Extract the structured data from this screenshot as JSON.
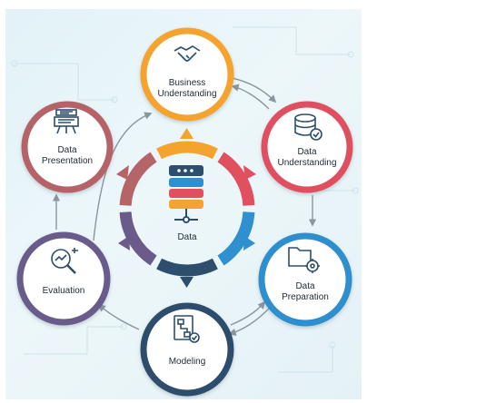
{
  "center": {
    "label": "Data",
    "icon": "database-icon"
  },
  "stages": [
    {
      "id": "business-understanding",
      "label_line1": "Business",
      "label_line2": "Understanding",
      "icon": "handshake-icon",
      "color": "#f4a32e"
    },
    {
      "id": "data-understanding",
      "label_line1": "Data",
      "label_line2": "Understanding",
      "icon": "database-check-icon",
      "color": "#e0505f"
    },
    {
      "id": "data-preparation",
      "label_line1": "Data",
      "label_line2": "Preparation",
      "icon": "folder-gear-icon",
      "color": "#2f8fcf"
    },
    {
      "id": "modeling",
      "label_line1": "Modeling",
      "label_line2": "",
      "icon": "flowchart-doc-icon",
      "color": "#2d4e6c"
    },
    {
      "id": "evaluation",
      "label_line1": "Evaluation",
      "label_line2": "",
      "icon": "magnifier-chart-icon",
      "color": "#6b5b8a"
    },
    {
      "id": "data-presentation",
      "label_line1": "Data",
      "label_line2": "Presentation",
      "icon": "presentation-board-icon",
      "color": "#b56468"
    }
  ],
  "ring_colors": [
    "#f4a32e",
    "#e0505f",
    "#2f8fcf",
    "#2d4e6c",
    "#6b5b8a",
    "#b56468"
  ]
}
